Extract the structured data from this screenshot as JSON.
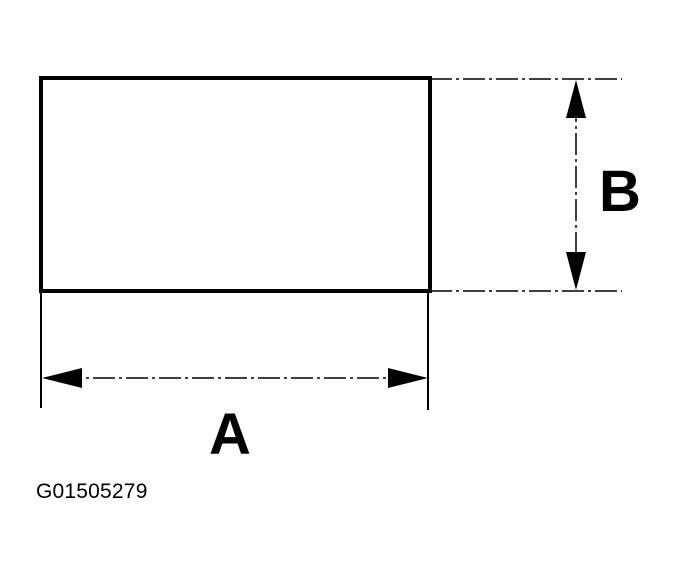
{
  "diagram": {
    "dimension_a_label": "A",
    "dimension_b_label": "B",
    "figure_id": "G01505279",
    "line_color": "#000000",
    "background_color": "#ffffff"
  }
}
